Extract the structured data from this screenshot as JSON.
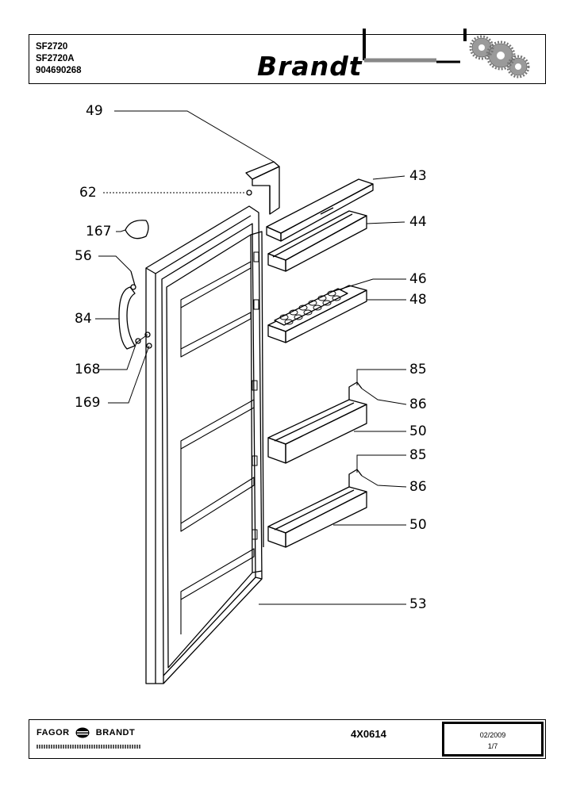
{
  "header": {
    "models": [
      "SF2720",
      "SF2720A",
      "904690268"
    ],
    "brand": "Brandt"
  },
  "callouts": [
    {
      "id": "49",
      "label": "49"
    },
    {
      "id": "62",
      "label": "62"
    },
    {
      "id": "167",
      "label": "167"
    },
    {
      "id": "56",
      "label": "56"
    },
    {
      "id": "84",
      "label": "84"
    },
    {
      "id": "168",
      "label": "168"
    },
    {
      "id": "169",
      "label": "169"
    },
    {
      "id": "43",
      "label": "43"
    },
    {
      "id": "44",
      "label": "44"
    },
    {
      "id": "46",
      "label": "46"
    },
    {
      "id": "48",
      "label": "48"
    },
    {
      "id": "85a",
      "label": "85"
    },
    {
      "id": "86a",
      "label": "86"
    },
    {
      "id": "50a",
      "label": "50"
    },
    {
      "id": "85b",
      "label": "85"
    },
    {
      "id": "86b",
      "label": "86"
    },
    {
      "id": "50b",
      "label": "50"
    },
    {
      "id": "53",
      "label": "53"
    }
  ],
  "footer": {
    "company_left": "FAGOR",
    "company_right": "BRANDT",
    "code": "4X0614",
    "date": "02/2009",
    "page": "1/7"
  }
}
